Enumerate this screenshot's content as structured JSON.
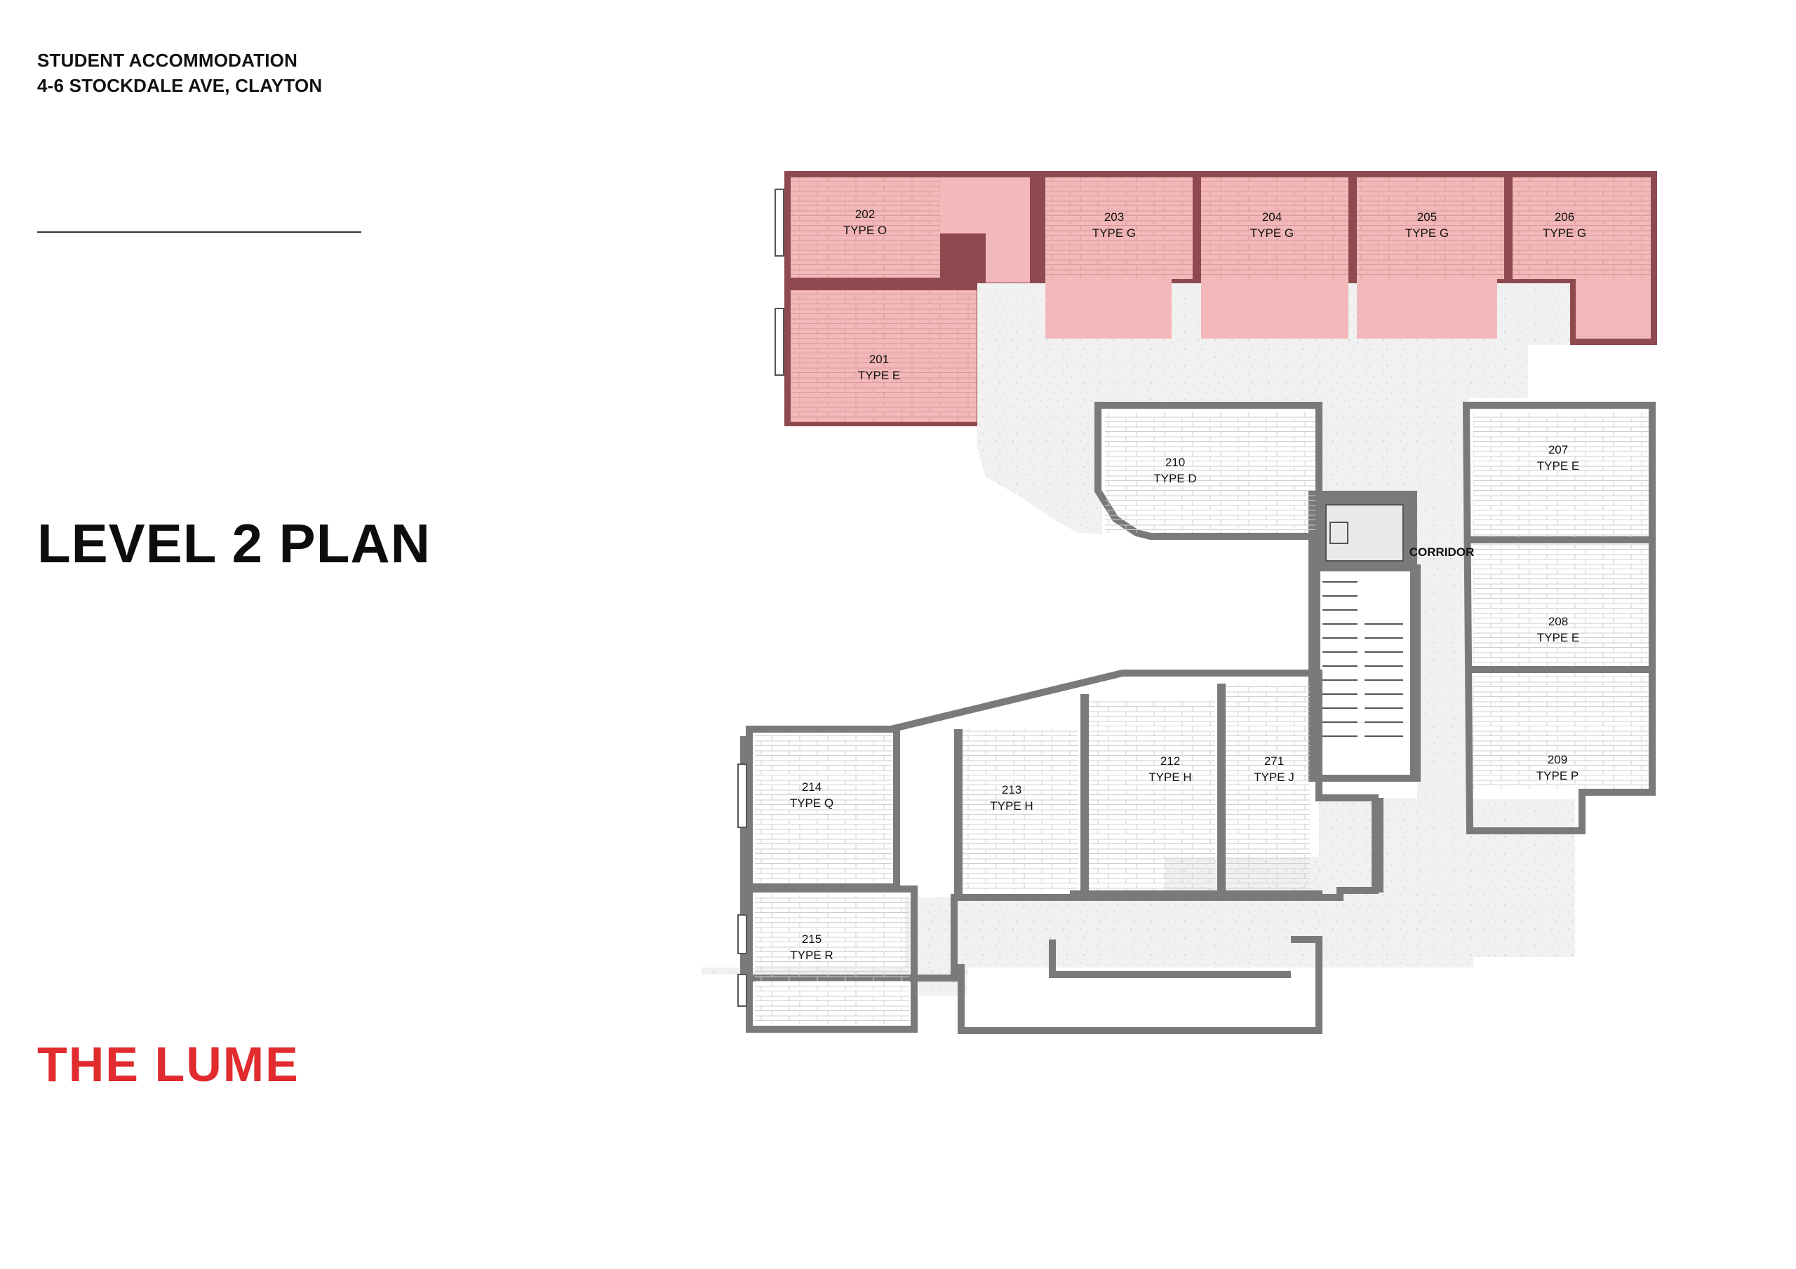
{
  "header": {
    "line1": "STUDENT ACCOMMODATION",
    "line2": "4-6 STOCKDALE AVE, CLAYTON"
  },
  "page_title": "LEVEL 2 PLAN",
  "brand": "THE LUME",
  "corridor_label": "CORRIDOR",
  "highlight_color": "#f3b8b9",
  "wall_color": "#7a7a7a",
  "rooms": [
    {
      "number": "202",
      "type": "TYPE O",
      "highlighted": true
    },
    {
      "number": "203",
      "type": "TYPE G",
      "highlighted": true
    },
    {
      "number": "204",
      "type": "TYPE G",
      "highlighted": true
    },
    {
      "number": "205",
      "type": "TYPE G",
      "highlighted": true
    },
    {
      "number": "206",
      "type": "TYPE G",
      "highlighted": true
    },
    {
      "number": "201",
      "type": "TYPE E",
      "highlighted": true
    },
    {
      "number": "210",
      "type": "TYPE D",
      "highlighted": false
    },
    {
      "number": "207",
      "type": "TYPE E",
      "highlighted": false
    },
    {
      "number": "208",
      "type": "TYPE E",
      "highlighted": false
    },
    {
      "number": "209",
      "type": "TYPE P",
      "highlighted": false
    },
    {
      "number": "214",
      "type": "TYPE Q",
      "highlighted": false
    },
    {
      "number": "213",
      "type": "TYPE H",
      "highlighted": false
    },
    {
      "number": "212",
      "type": "TYPE H",
      "highlighted": false
    },
    {
      "number": "271",
      "type": "TYPE J",
      "highlighted": false
    },
    {
      "number": "215",
      "type": "TYPE R",
      "highlighted": false
    }
  ]
}
